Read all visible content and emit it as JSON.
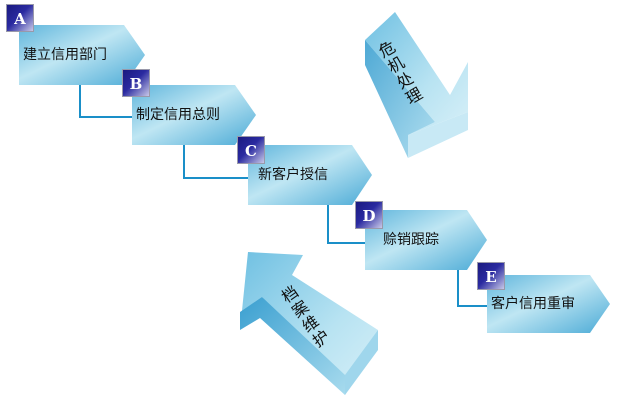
{
  "steps": [
    {
      "badge": "A",
      "label": "建立信用部门"
    },
    {
      "badge": "B",
      "label": "制定信用总则"
    },
    {
      "badge": "C",
      "label": "新客户授信"
    },
    {
      "badge": "D",
      "label": "赊销跟踪"
    },
    {
      "badge": "E",
      "label": "客户信用重审"
    }
  ],
  "side_arrows": {
    "crisis": "危机处理",
    "archive": "档案维护"
  },
  "colors": {
    "box_light": "#bfe6f3",
    "box_dark": "#3fa6d3",
    "connector": "#1a8fc8",
    "badge": "#1a1a80"
  }
}
